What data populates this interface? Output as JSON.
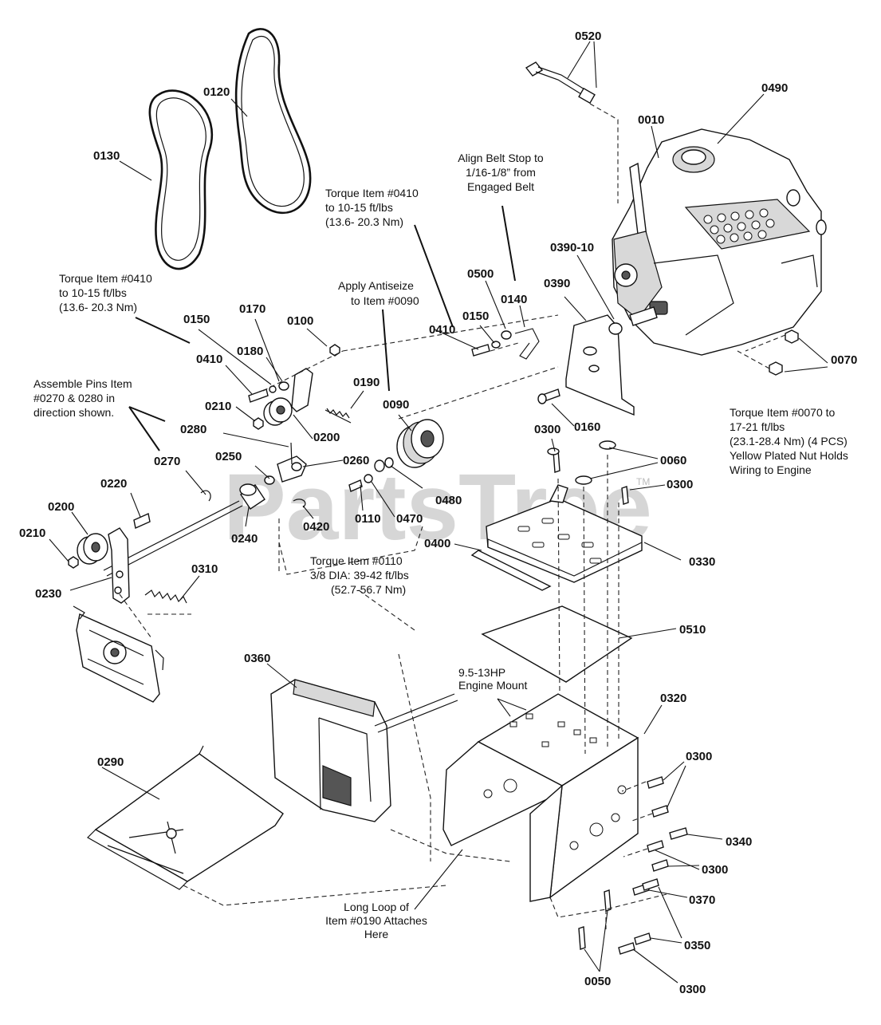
{
  "watermark": {
    "text": "PartsTree",
    "trademark": "TM"
  },
  "part_numbers": {
    "p0520": "0520",
    "p0010": "0010",
    "p0490": "0490",
    "p0120": "0120",
    "p0130": "0130",
    "p0500": "0500",
    "p0140": "0140",
    "p0390_10": "0390-10",
    "p0390": "0390",
    "p0410_a": "0410",
    "p0150_a": "0150",
    "p0150_b": "0150",
    "p0170": "0170",
    "p0100": "0100",
    "p0410_b": "0410",
    "p0180": "0180",
    "p0190": "0190",
    "p0090": "0090",
    "p0210_a": "0210",
    "p0200_a": "0200",
    "p0280": "0280",
    "p0260": "0260",
    "p0250": "0250",
    "p0160": "0160",
    "p0300_a": "0300",
    "p0060": "0060",
    "p0300_b": "0300",
    "p0070": "0070",
    "p0270": "0270",
    "p0220": "0220",
    "p0200_b": "0200",
    "p0210_b": "0210",
    "p0240": "0240",
    "p0420": "0420",
    "p0110": "0110",
    "p0470": "0470",
    "p0480": "0480",
    "p0230": "0230",
    "p0310": "0310",
    "p0400": "0400",
    "p0330": "0330",
    "p0510": "0510",
    "p0360": "0360",
    "p0290": "0290",
    "p0320": "0320",
    "p0300_c": "0300",
    "p0340": "0340",
    "p0300_d": "0300",
    "p0370": "0370",
    "p0350": "0350",
    "p0050": "0050",
    "p0300_e": "0300"
  },
  "notes": {
    "align_belt": [
      "Align Belt Stop to",
      "1/16-1/8” from",
      "Engaged Belt"
    ],
    "torque_0410_top": [
      "Torque Item #0410",
      "to 10-15 ft/lbs",
      "(13.6- 20.3 Nm)"
    ],
    "torque_0410_left": [
      "Torque Item #0410",
      "to 10-15 ft/lbs",
      "(13.6- 20.3 Nm)"
    ],
    "antiseize": [
      "Apply Antiseize",
      "to Item #0090"
    ],
    "assemble_pins": [
      "Assemble Pins Item",
      "#0270 & 0280 in",
      "direction shown."
    ],
    "torque_0110": [
      "Torque Item #0110",
      "3/8 DIA: 39-42 ft/lbs",
      "(52.7-56.7 Nm)"
    ],
    "torque_0070": [
      "Torque Item #0070 to",
      "17-21 ft/lbs",
      "(23.1-28.4 Nm) (4 PCS)",
      "Yellow Plated Nut Holds",
      "Wiring to Engine"
    ],
    "engine_mount": [
      "9.5-13HP",
      "Engine Mount"
    ],
    "long_loop": [
      "Long Loop of",
      "Item #0190 Attaches",
      "Here"
    ]
  }
}
